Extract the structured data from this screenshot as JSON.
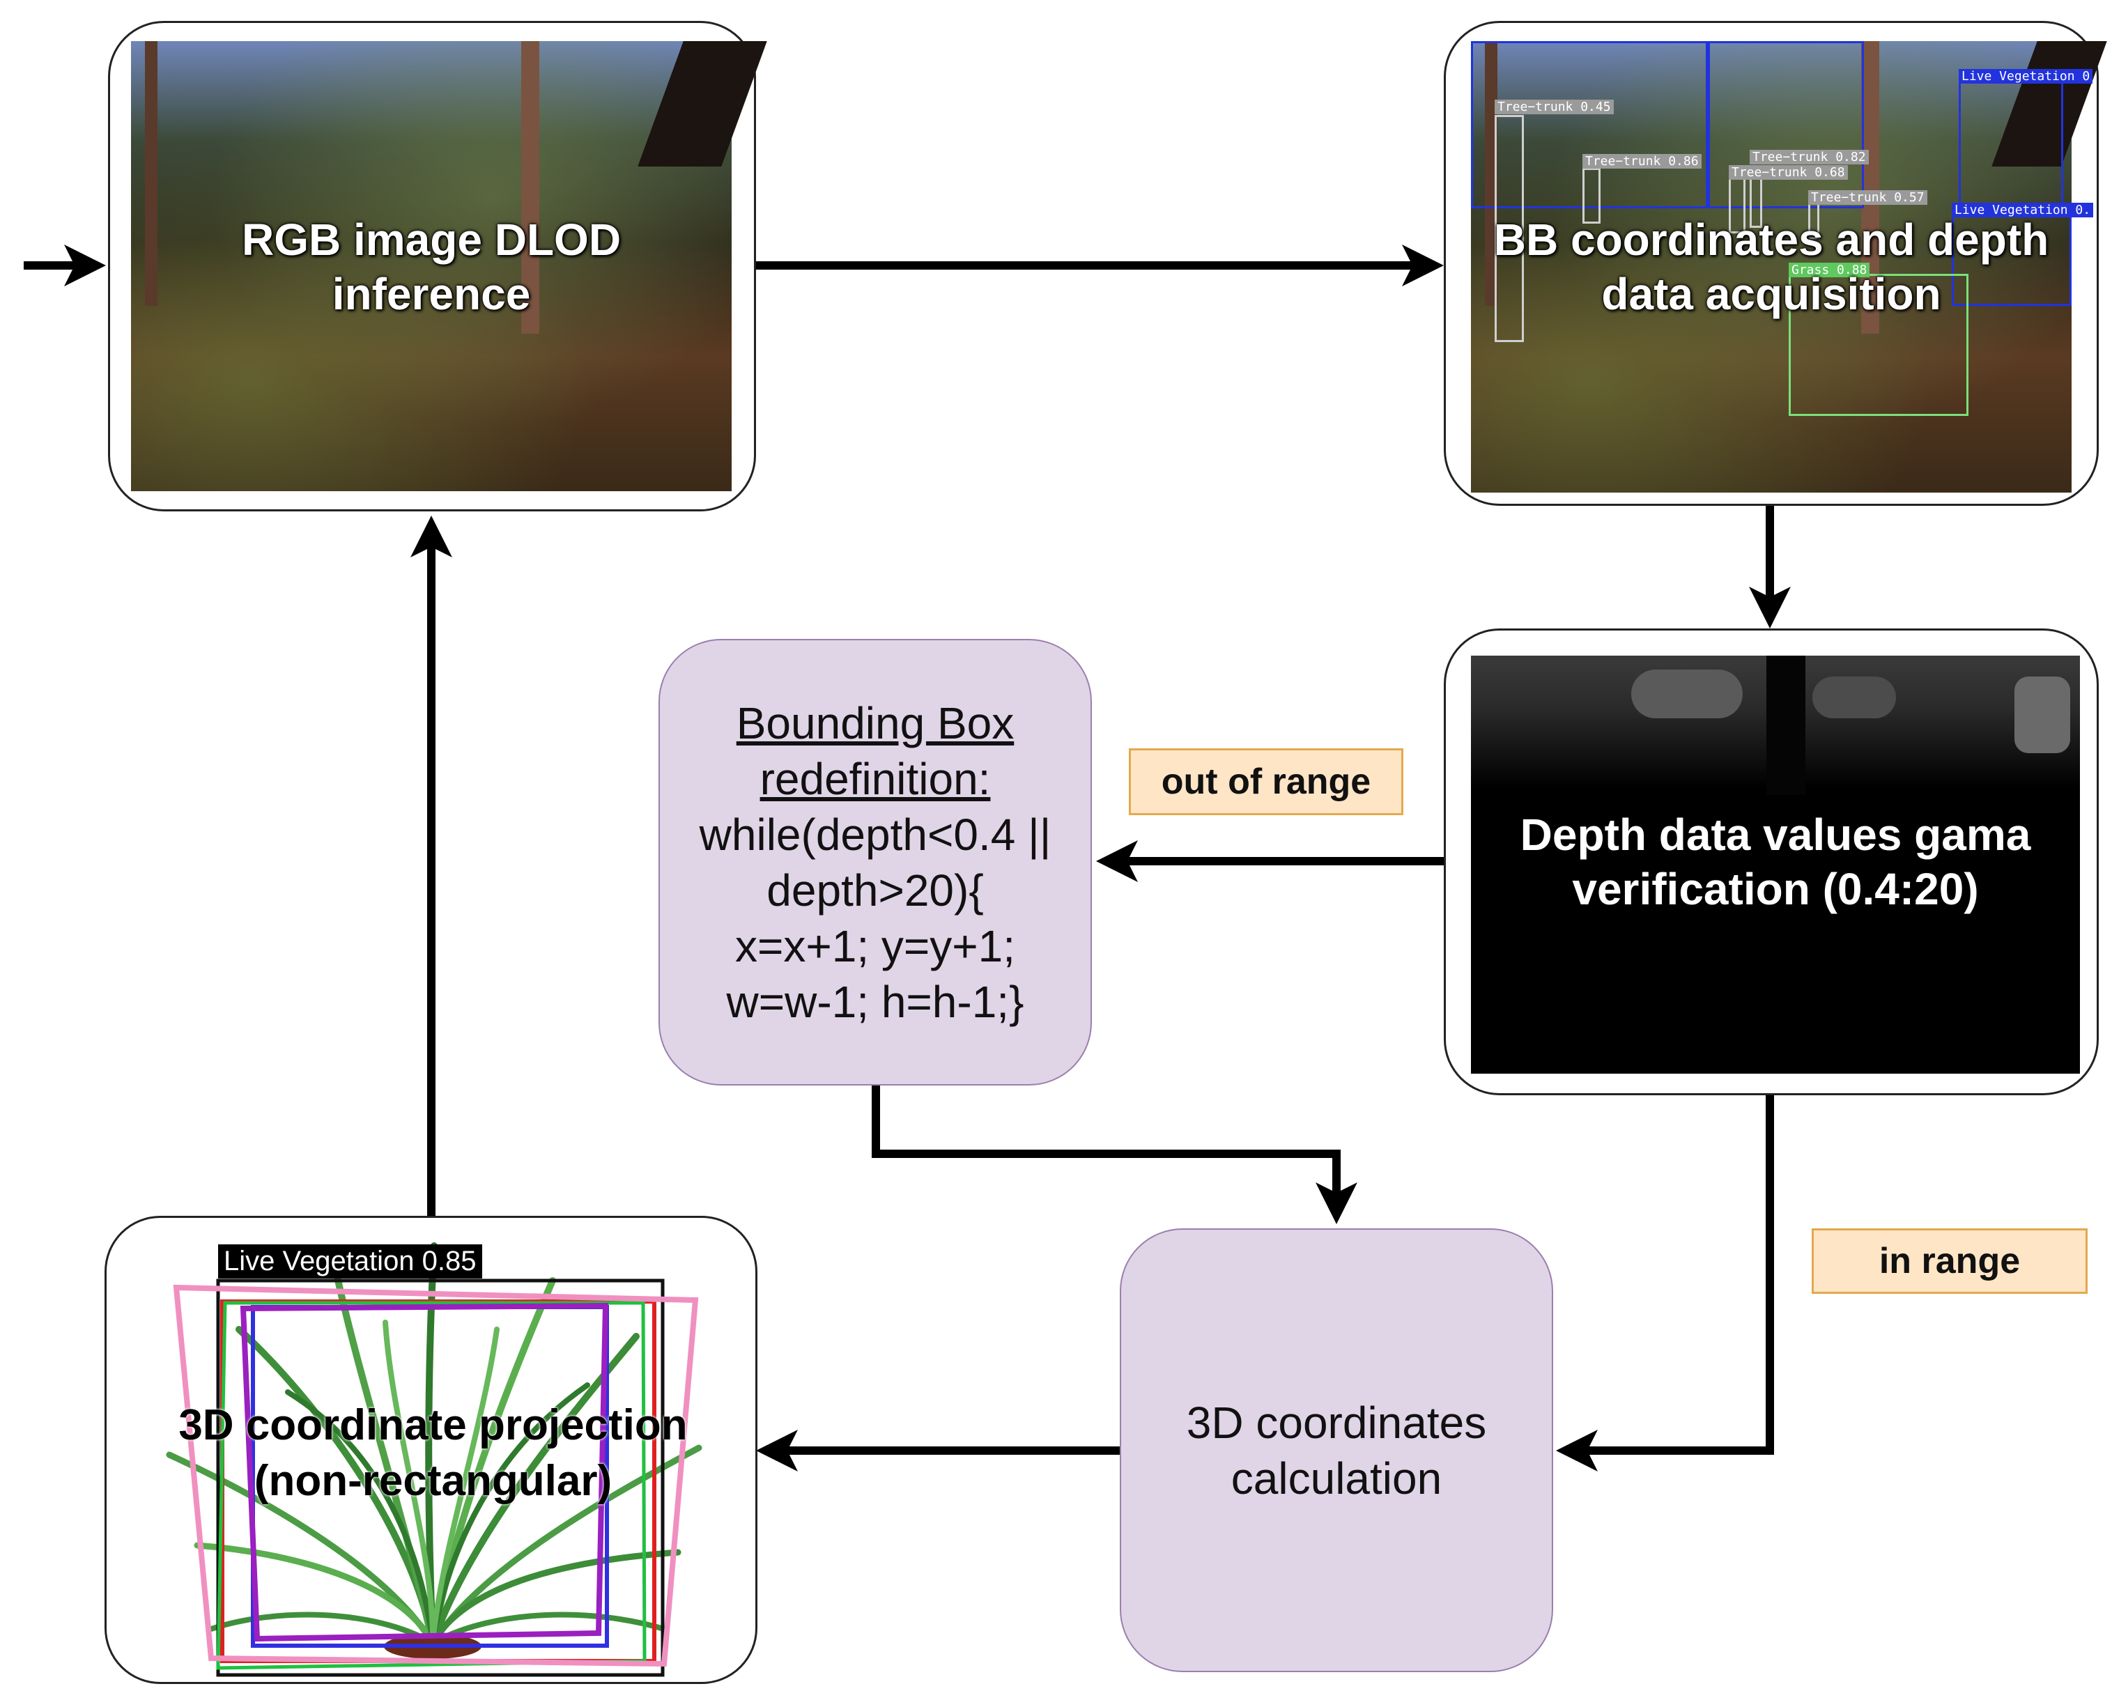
{
  "nodes": {
    "rgb_inference": {
      "label_line1": "RGB image DLOD",
      "label_line2": "inference"
    },
    "bb_acquisition": {
      "label_line1": "BB coordinates and depth",
      "label_line2": "data acquisition"
    },
    "depth_verification": {
      "label_line1": "Depth data values gama",
      "label_line2": "verification (0.4:20)"
    },
    "bb_redefinition": {
      "title_line1": "Bounding Box",
      "title_line2": "redefinition:",
      "code_line1": "while(depth<0.4 ||",
      "code_line2": "depth>20){",
      "code_line3": "x=x+1; y=y+1;",
      "code_line4": "w=w-1; h=h-1;}"
    },
    "coords_calculation": {
      "label_line1": "3D coordinates",
      "label_line2": "calculation"
    },
    "projection": {
      "label_line1": "3D coordinate projection",
      "label_line2": "(non-rectangular)",
      "detection_label": "Live Vegetation 0.85"
    }
  },
  "conditions": {
    "out_of_range": "out of range",
    "in_range": "in range"
  },
  "detections": [
    {
      "text": "Tree−trunk 0.45",
      "kind": "trunk"
    },
    {
      "text": "Tree−trunk 0.86",
      "kind": "trunk"
    },
    {
      "text": "Tree−trunk 0.82",
      "kind": "trunk"
    },
    {
      "text": "Tree−trunk 0.68",
      "kind": "trunk"
    },
    {
      "text": "Tree−trunk 0.57",
      "kind": "trunk"
    },
    {
      "text": "Live Vegetation 0",
      "kind": "blue"
    },
    {
      "text": "Live Vegetation 0.",
      "kind": "blue"
    },
    {
      "text": "Grass 0.88",
      "kind": "grass"
    }
  ],
  "colors": {
    "process_fill": "#e0d4e7",
    "process_border": "#9a7fae",
    "condition_fill": "#fde5c5",
    "condition_border": "#e3a94e",
    "detection_blue": "#2233dd",
    "projection_boxes": [
      "#111111",
      "#e02020",
      "#20c040",
      "#3030e0",
      "#9a20c0",
      "#f090c0"
    ]
  }
}
